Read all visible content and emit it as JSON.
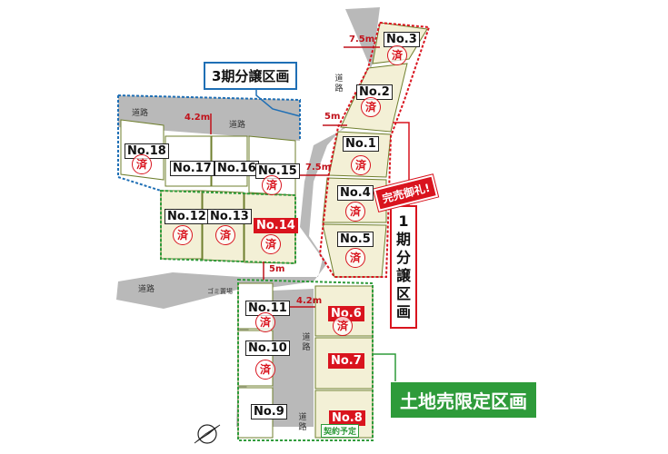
{
  "title_phase3": "3期分譲区画",
  "title_phase1": "1期分譲区画",
  "sold_out_banner": "完売御礼!",
  "limited_area": "土地売限定区画",
  "contract_pending": "契約予定",
  "sold_mark": "済",
  "garbage_station": "ゴミ置場",
  "roads": {
    "horizontal": "道路",
    "vertical": "道路"
  },
  "dimensions": {
    "d1": "7.5m",
    "d2": "5m",
    "d3": "4.2m",
    "d4": "7.5m",
    "d5": "5m",
    "d6": "4.2m"
  },
  "lots": {
    "no1": "No.1",
    "no2": "No.2",
    "no3": "No.3",
    "no4": "No.4",
    "no5": "No.5",
    "no6": "No.6",
    "no7": "No.7",
    "no8": "No.8",
    "no9": "No.9",
    "no10": "No.10",
    "no11": "No.11",
    "no12": "No.12",
    "no13": "No.13",
    "no14": "No.14",
    "no15": "No.15",
    "no16": "No.16",
    "no17": "No.17",
    "no18": "No.18"
  },
  "colors": {
    "phase3_border": "#1f6fb5",
    "phase1_border": "#d9141e",
    "limited_green": "#2e9b3a",
    "lot_fill": "#f3f0d6",
    "road_gray": "#b7b7b7",
    "built_lot_fill": "#ffffff"
  }
}
